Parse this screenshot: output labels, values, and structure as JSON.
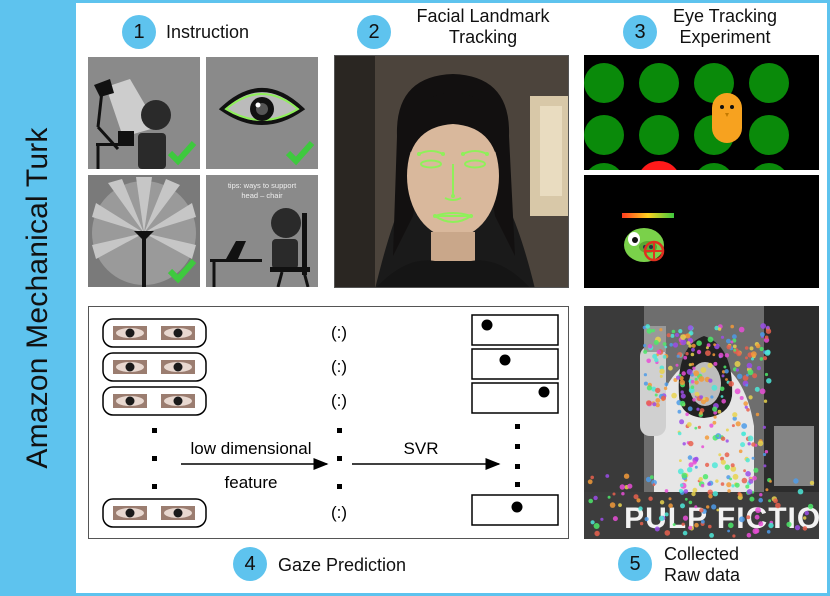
{
  "sidebar": {
    "title": "Amazon Mechanical Turk"
  },
  "steps": [
    {
      "number": "1",
      "label": "Instruction"
    },
    {
      "number": "2",
      "label_line1": "Facial Landmark",
      "label_line2": "Tracking"
    },
    {
      "number": "3",
      "label_line1": "Eye Tracking",
      "label_line2": "Experiment"
    },
    {
      "number": "4",
      "label": "Gaze Prediction"
    },
    {
      "number": "5",
      "label_line1": "Collected",
      "label_line2": "Raw data"
    }
  ],
  "instruction": {
    "tips_line1": "tips: ways to support",
    "tips_line2": "head – chair"
  },
  "pipeline": {
    "ellipsis": "(:)",
    "arrow1_label_line1": "low dimensional",
    "arrow1_label_line2": "feature",
    "arrow2_label": "SVR"
  },
  "raw_data": {
    "poster_text": "PULP FICTION"
  },
  "colors": {
    "accent": "#5ec3ee",
    "landmark": "#8ff05a",
    "target_green": "#0a8a0a",
    "target_red": "#ff1a1a",
    "target_orange": "#f7a21f",
    "check_green": "#3ec93e"
  }
}
